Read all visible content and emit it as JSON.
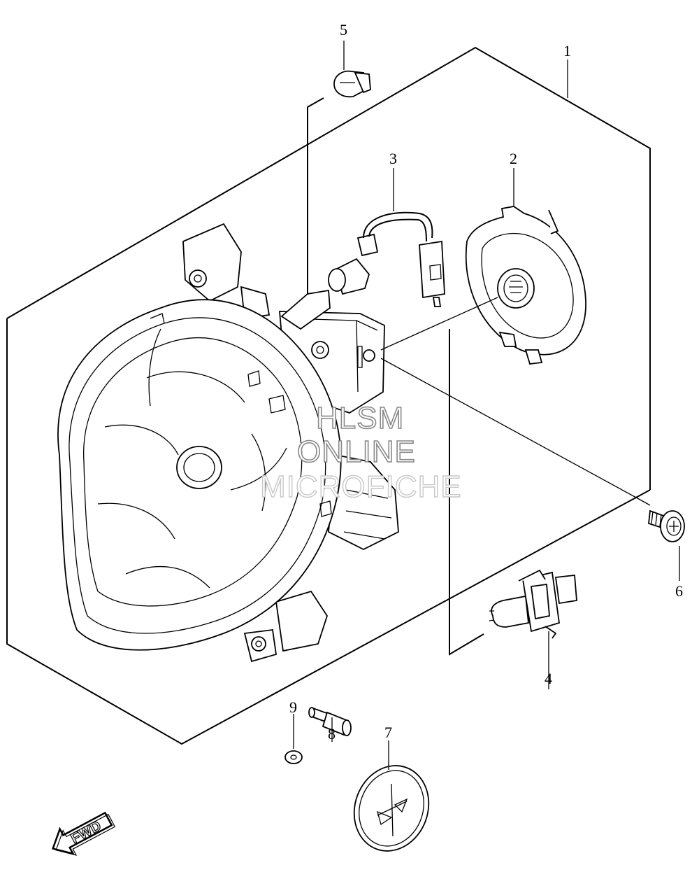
{
  "callouts": [
    {
      "id": "1",
      "label": "1"
    },
    {
      "id": "2",
      "label": "2"
    },
    {
      "id": "3",
      "label": "3"
    },
    {
      "id": "4",
      "label": "4"
    },
    {
      "id": "5",
      "label": "5"
    },
    {
      "id": "6",
      "label": "6"
    },
    {
      "id": "7",
      "label": "7"
    },
    {
      "id": "8",
      "label": "8"
    },
    {
      "id": "9",
      "label": "9"
    }
  ],
  "watermark": {
    "line1": "HLSM",
    "line2": "ONLINE",
    "line3": "MICROFICHE"
  },
  "direction_arrow": {
    "label": "FWD"
  }
}
